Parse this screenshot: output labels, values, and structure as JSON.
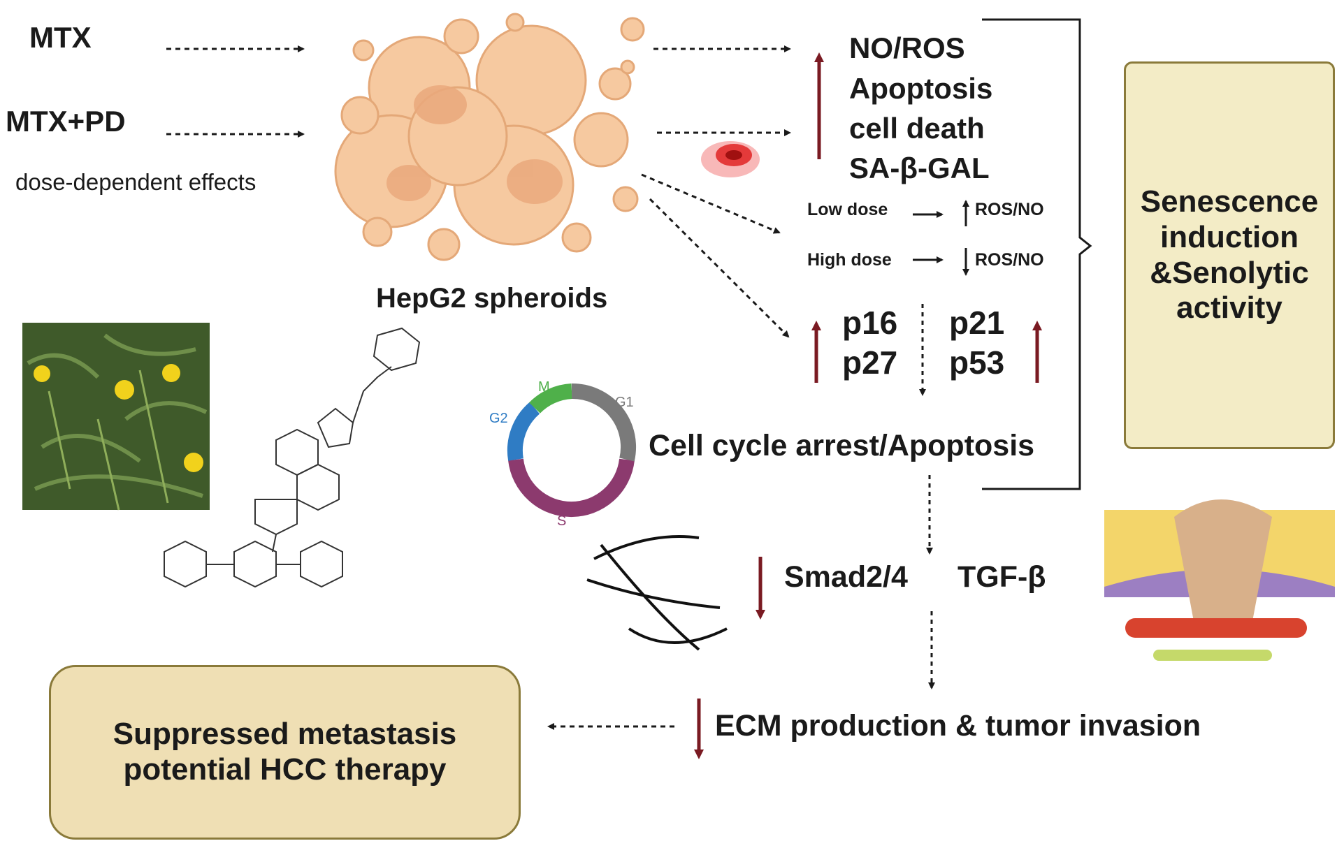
{
  "inputs": {
    "mtx": "MTX",
    "mtx_pd": "MTX+PD",
    "dose_note": "dose-dependent effects"
  },
  "spheroid_label": "HepG2 spheroids",
  "upregulated_effects": [
    "NO/ROS",
    "Apoptosis",
    "cell death",
    "SA-β-GAL"
  ],
  "dose_response": {
    "low": {
      "label": "Low dose",
      "effect": "ROS/NO"
    },
    "high": {
      "label": "High dose",
      "effect": "ROS/NO"
    }
  },
  "cell_cycle_markers": {
    "p16": "p16",
    "p27": "p27",
    "p21": "p21",
    "p53": "p53"
  },
  "cell_cycle_phases": {
    "m": "M",
    "g1": "G1",
    "g2": "G2",
    "s": "S"
  },
  "cell_cycle_outcome": "Cell cycle arrest/Apoptosis",
  "signaling": {
    "smad": "Smad2/4",
    "tgf": "TGF-β"
  },
  "ecm_outcome": "ECM production & tumor invasion",
  "senescence_box": "Senescence\ninduction\n&Senolytic\nactivity",
  "therapy_box": "Suppressed metastasis\npotential HCC therapy",
  "colors": {
    "up_down_arrow": "#7a1a22",
    "box_fill": "#f3ecc6",
    "box_border": "#8a7a3a",
    "therapy_fill": "#efdfb4",
    "spheroid": "#f6c9a0",
    "phase_m": "#4fb04a",
    "phase_g1": "#7a7a7a",
    "phase_g2": "#2f7cc4",
    "phase_s": "#8c3a6e"
  }
}
